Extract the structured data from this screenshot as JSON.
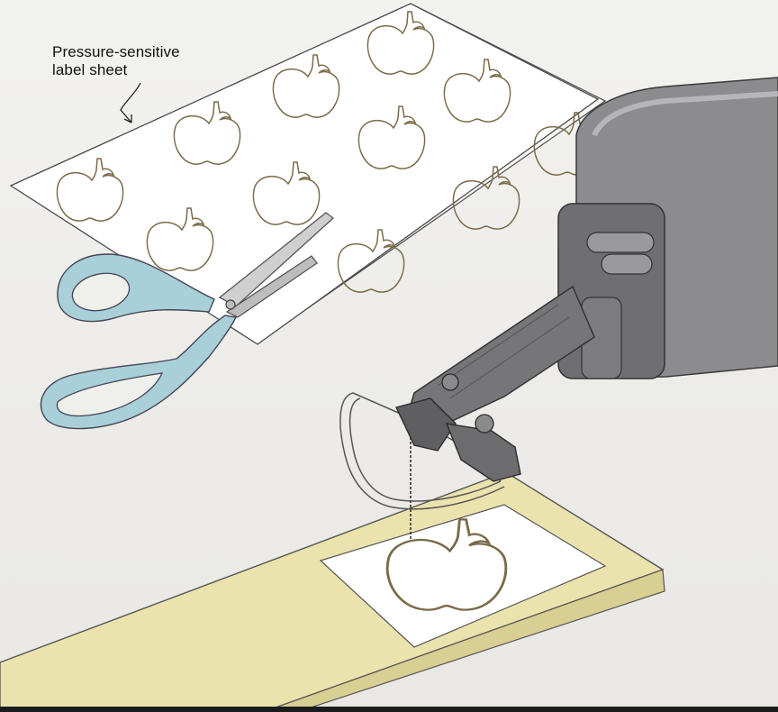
{
  "figure": {
    "callout": {
      "line1": "Pressure-sensitive",
      "line2": "label sheet"
    },
    "parts": [
      "label-sheet",
      "apple-label",
      "scissors",
      "scroll-saw",
      "saw-blade",
      "hold-down-foot",
      "wood-board",
      "applied-label"
    ],
    "colors": {
      "background": "#efefec",
      "sheet": "#ffffff",
      "outline": "#7a6a48",
      "scissor_handle": "#a9cfd8",
      "scissor_blade": "#c4c4c4",
      "saw_body": "#8c8c8e",
      "board": "#eae3ae"
    }
  }
}
